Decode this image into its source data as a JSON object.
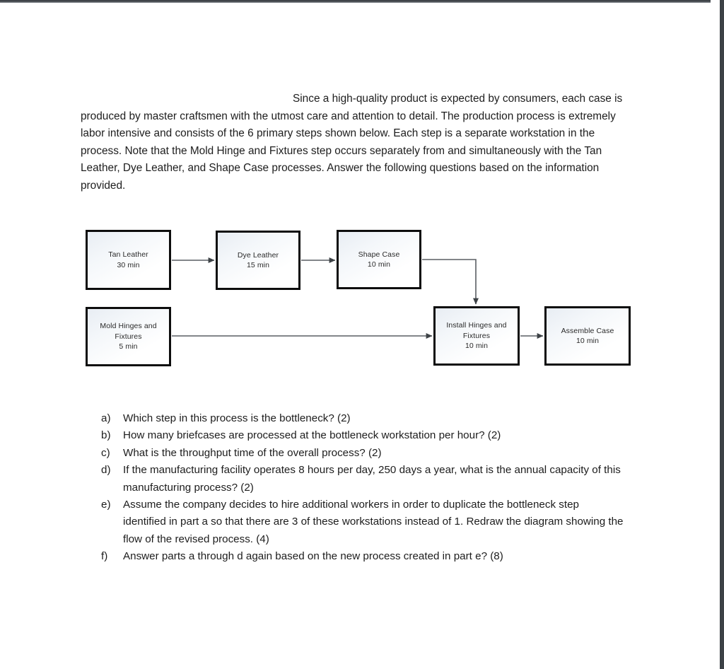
{
  "document": {
    "intro_paragraph": "Since a high-quality product is expected by consumers, each case is produced by master craftsmen with the utmost care and attention to detail. The production process is extremely labor intensive and consists of the 6 primary steps shown below. Each step is a separate workstation in the process. Note that the Mold Hinge and Fixtures step occurs separately from and simultaneously with the Tan Leather, Dye Leather, and Shape Case processes. Answer the following questions based on the information provided."
  },
  "diagram": {
    "type": "process-flow",
    "boxes": [
      {
        "id": "tan-leather",
        "name": "Tan Leather",
        "time": "30 min",
        "lines": [
          "Tan Leather",
          "30 min"
        ]
      },
      {
        "id": "dye-leather",
        "name": "Dye Leather",
        "time": "15 min",
        "lines": [
          "Dye Leather",
          "15 min"
        ]
      },
      {
        "id": "shape-case",
        "name": "Shape Case",
        "time": "10 min",
        "lines": [
          "Shape Case",
          "10 min"
        ]
      },
      {
        "id": "mold-hinges",
        "name": "Mold Hinges and Fixtures",
        "time": "5  min",
        "lines": [
          "Mold Hinges and",
          "Fixtures",
          "5  min"
        ]
      },
      {
        "id": "install-hinges",
        "name": "Install Hinges and Fixtures",
        "time": "10 min",
        "lines": [
          "Install Hinges and",
          "Fixtures",
          "10 min"
        ]
      },
      {
        "id": "assemble-case",
        "name": "Assemble Case",
        "time": "10 min",
        "lines": [
          "Assemble Case",
          "10 min"
        ]
      }
    ],
    "connections": [
      {
        "from": "tan-leather",
        "to": "dye-leather",
        "style": "straight-right"
      },
      {
        "from": "dye-leather",
        "to": "shape-case",
        "style": "straight-right"
      },
      {
        "from": "shape-case",
        "to": "install-hinges",
        "style": "elbow-right-down"
      },
      {
        "from": "mold-hinges",
        "to": "install-hinges",
        "style": "straight-right-long"
      },
      {
        "from": "install-hinges",
        "to": "assemble-case",
        "style": "straight-right"
      }
    ],
    "box_text": {
      "tan_leather_line1": "Tan Leather",
      "tan_leather_line2": "30 min",
      "dye_leather_line1": "Dye Leather",
      "dye_leather_line2": "15 min",
      "shape_case_line1": "Shape Case",
      "shape_case_line2": "10 min",
      "mold_hinges_line1": "Mold Hinges and",
      "mold_hinges_line2": "Fixtures",
      "mold_hinges_line3": "5  min",
      "install_hinges_line1": "Install Hinges and",
      "install_hinges_line2": "Fixtures",
      "install_hinges_line3": "10 min",
      "assemble_case_line1": "Assemble Case",
      "assemble_case_line2": "10 min"
    }
  },
  "questions": [
    {
      "marker": "a)",
      "text": "Which step in this process is the bottleneck? (2)"
    },
    {
      "marker": "b)",
      "text": "How many briefcases are processed at the bottleneck workstation per hour? (2)"
    },
    {
      "marker": "c)",
      "text": "What is the throughput time of the overall process? (2)"
    },
    {
      "marker": "d)",
      "text": "If the manufacturing facility operates 8 hours per day, 250 days a year, what is the annual capacity of this manufacturing process? (2)"
    },
    {
      "marker": "e)",
      "text": "Assume the company decides to hire additional workers in order to duplicate the bottleneck step identified in part a so that there are 3 of these workstations instead of 1. Redraw the diagram showing the flow of the revised process.  (4)"
    },
    {
      "marker": "f)",
      "text": "Answer parts a through d again based on the new process created in part e? (8)"
    }
  ],
  "colors": {
    "box_border": "#0d0d0d",
    "box_fill_light": "#ffffff",
    "box_fill_tint": "#e8edf3",
    "connector": "#555a5e",
    "text": "#1d1d1d",
    "page_chrome": "#3c4146"
  }
}
